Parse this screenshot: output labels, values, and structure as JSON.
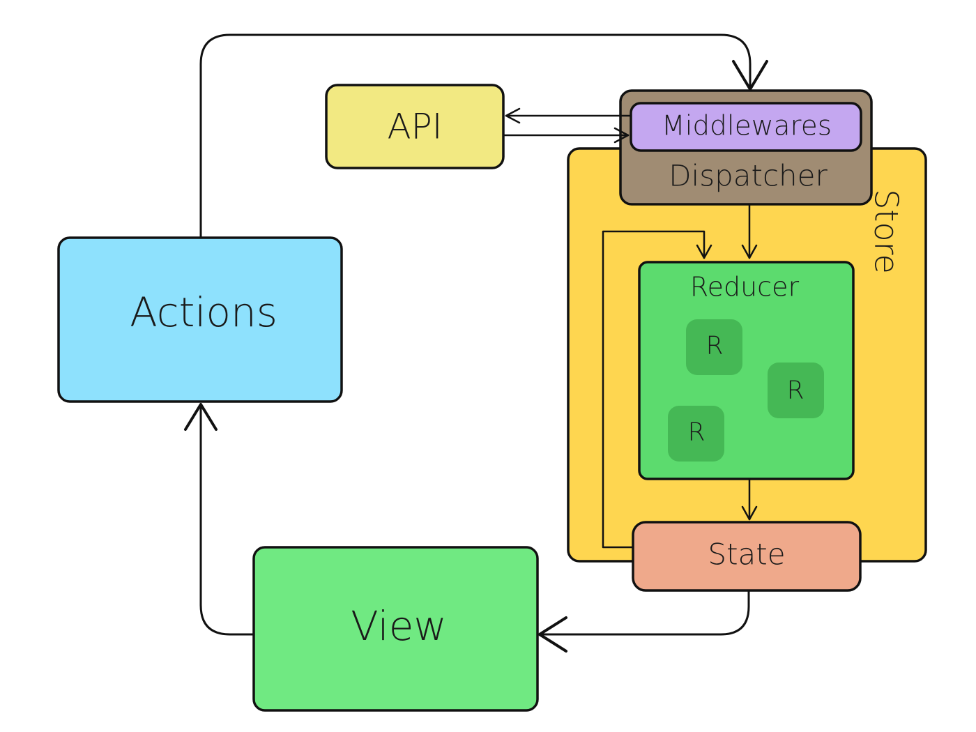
{
  "nodes": {
    "actions": {
      "label": "Actions",
      "color": "#8ee1fd"
    },
    "api": {
      "label": "API",
      "color": "#f2e982"
    },
    "view": {
      "label": "View",
      "color": "#70e982"
    },
    "store": {
      "label": "Store",
      "color": "#fed650"
    },
    "dispatcher": {
      "label": "Dispatcher",
      "color": "#a08c73"
    },
    "middlewares": {
      "label": "Middlewares",
      "color": "#c4a7f0"
    },
    "reducer": {
      "label": "Reducer",
      "color": "#5cdb6e"
    },
    "reducer_items": [
      {
        "label": "R"
      },
      {
        "label": "R"
      },
      {
        "label": "R"
      }
    ],
    "reducer_item_color": "#45b855",
    "state": {
      "label": "State",
      "color": "#efa98b"
    }
  },
  "edges": [
    {
      "from": "Actions",
      "to": "Dispatcher"
    },
    {
      "from": "Middlewares",
      "to": "API"
    },
    {
      "from": "API",
      "to": "Middlewares"
    },
    {
      "from": "Dispatcher",
      "to": "Reducer"
    },
    {
      "from": "State",
      "to": "Reducer"
    },
    {
      "from": "Reducer",
      "to": "State"
    },
    {
      "from": "State",
      "to": "View"
    },
    {
      "from": "View",
      "to": "Actions"
    }
  ]
}
